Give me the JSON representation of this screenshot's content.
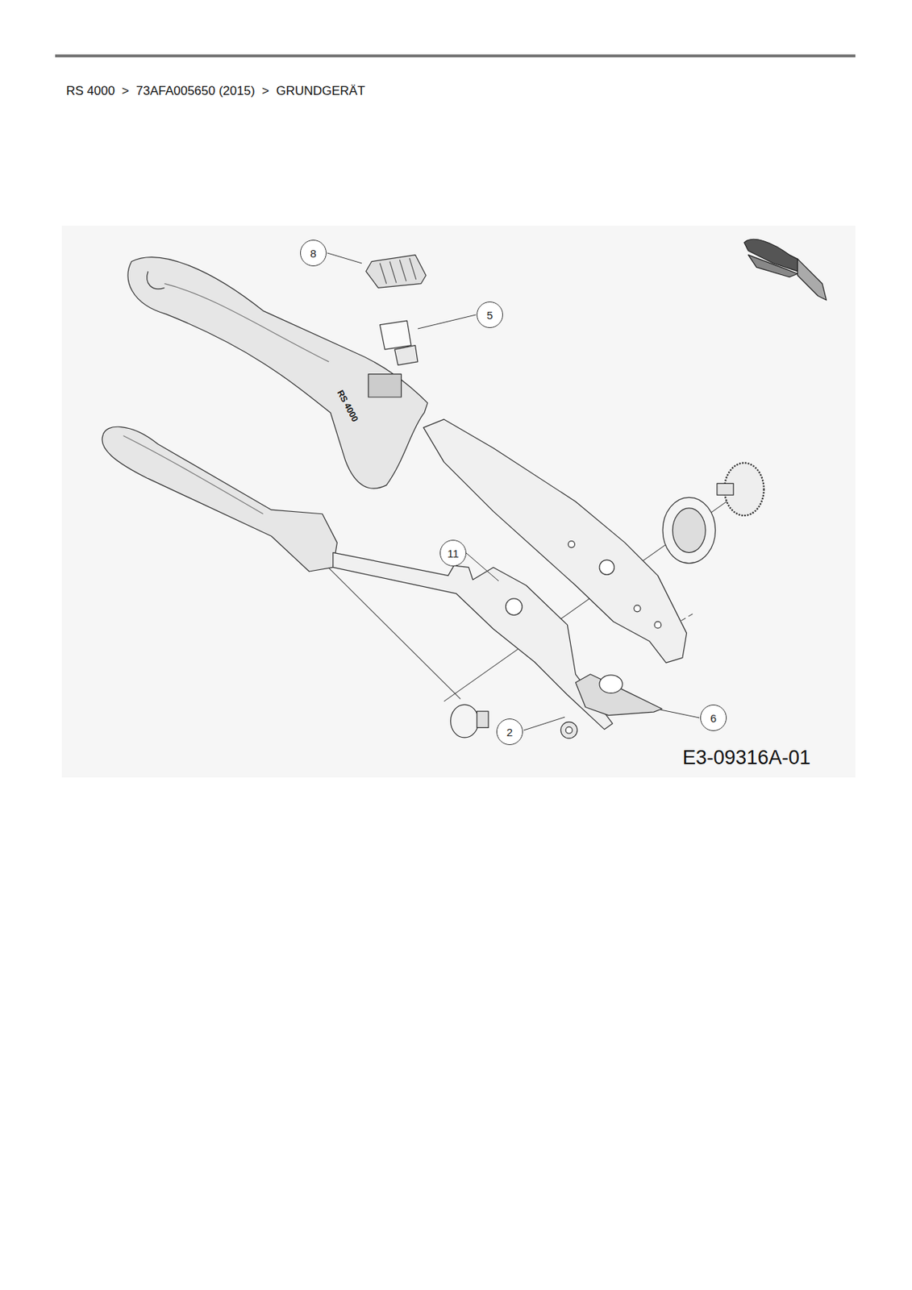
{
  "diagram": {
    "title": "RS 4000  >  73AFA005650 (2015)  >  GRUNDGERÄT",
    "nodes": [
      {
        "text": [
          "8"
        ]
      },
      {
        "text": [
          "5"
        ]
      },
      {
        "text": [
          "11"
        ]
      },
      {
        "text": [
          "2"
        ]
      },
      {
        "text": [
          "6"
        ]
      }
    ],
    "labels": [
      "RS 4000",
      "E3-09316A-01"
    ]
  }
}
